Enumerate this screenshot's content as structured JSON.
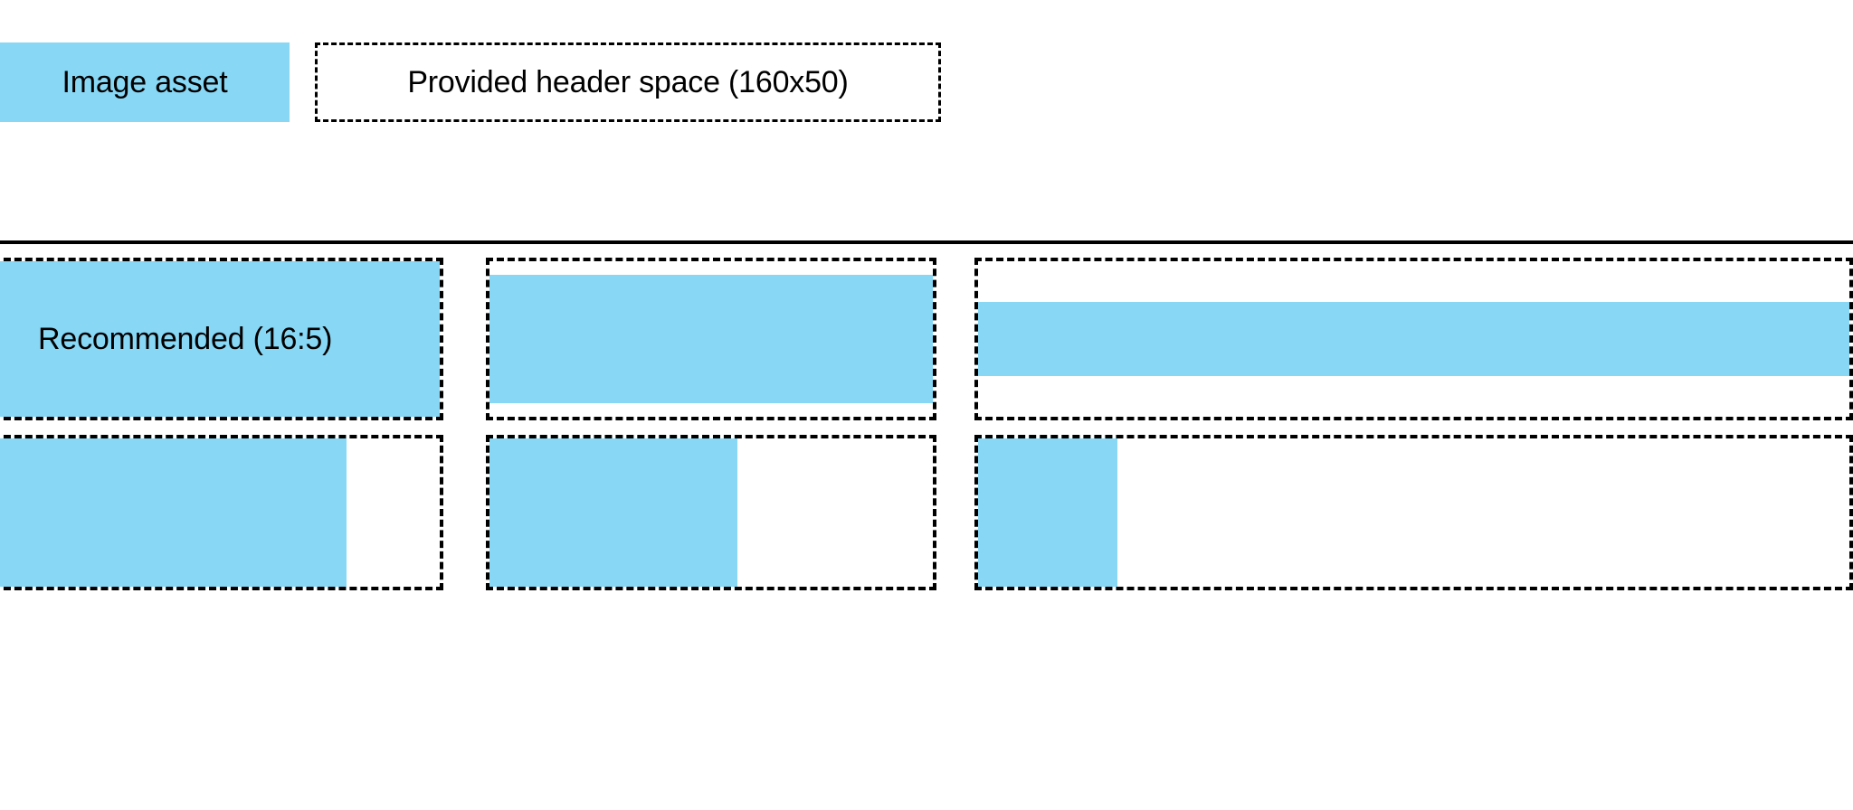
{
  "legend": {
    "asset_swatch_label": "Image asset",
    "header_space_label": "Provided header space (160x50)",
    "asset_color": "#87d7f5",
    "outline_color": "#000000"
  },
  "divider": {
    "color": "#000000"
  },
  "samples": {
    "row1": [
      {
        "name": "recommended-16-5",
        "label": "Recommended (16:5)",
        "fill_left_pct": 0,
        "fill_top_pct": 0,
        "fill_width_pct": 100,
        "fill_height_pct": 100
      },
      {
        "name": "inset-top-small",
        "label": "",
        "fill_left_pct": 0,
        "fill_top_pct": 9,
        "fill_width_pct": 100,
        "fill_height_pct": 82
      },
      {
        "name": "inset-top-large",
        "label": "",
        "fill_left_pct": 0,
        "fill_top_pct": 26,
        "fill_width_pct": 100,
        "fill_height_pct": 48
      }
    ],
    "row2": [
      {
        "name": "width-80",
        "label": "",
        "fill_left_pct": 0,
        "fill_top_pct": 0,
        "fill_width_pct": 79,
        "fill_height_pct": 100
      },
      {
        "name": "width-56",
        "label": "",
        "fill_left_pct": 0,
        "fill_top_pct": 0,
        "fill_width_pct": 56,
        "fill_height_pct": 100
      },
      {
        "name": "width-16",
        "label": "",
        "fill_left_pct": 0,
        "fill_top_pct": 0,
        "fill_width_pct": 16,
        "fill_height_pct": 100
      }
    ]
  }
}
